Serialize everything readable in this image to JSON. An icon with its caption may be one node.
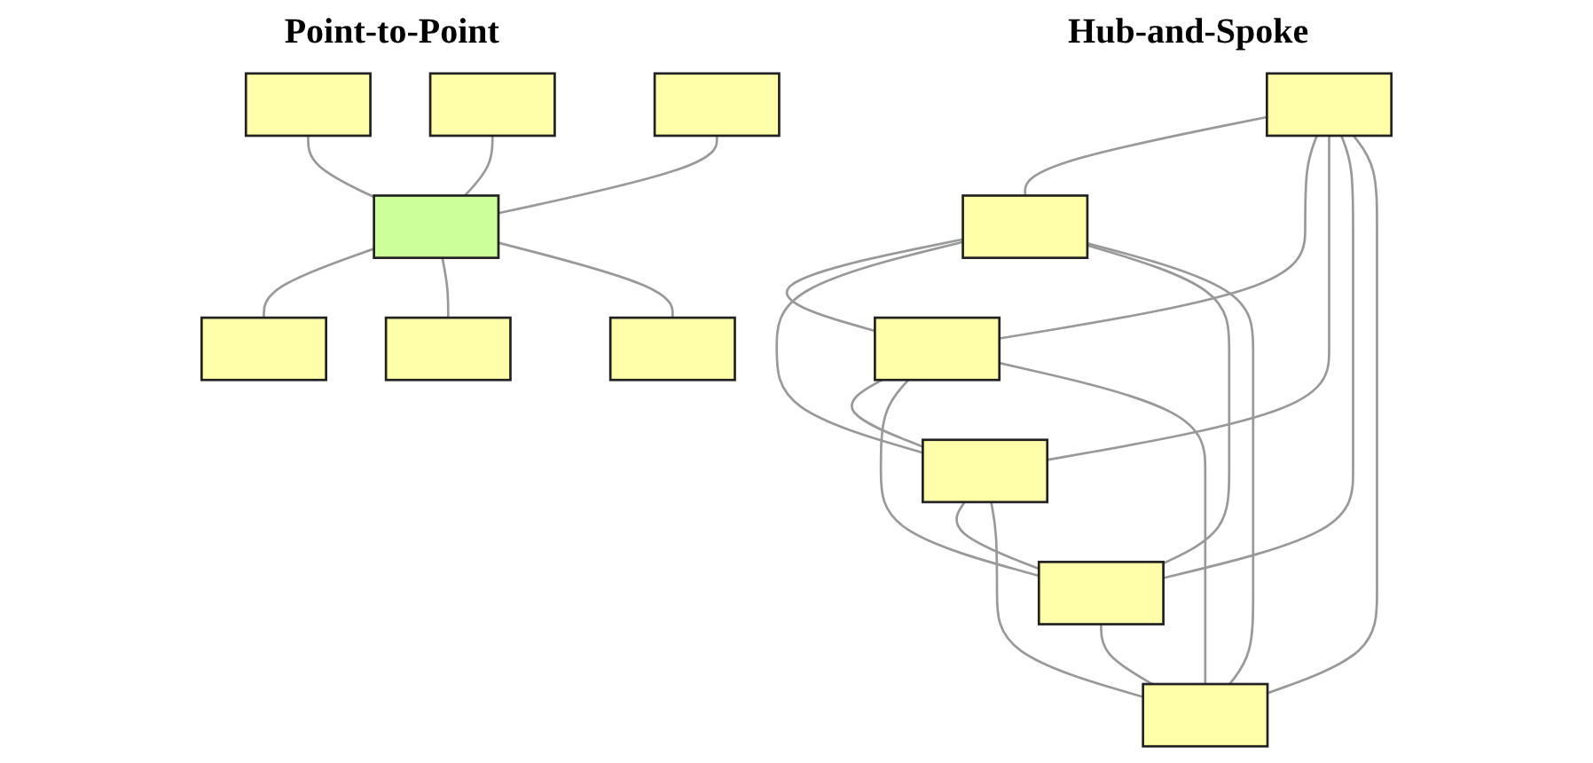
{
  "diagram": {
    "nodes": [
      {
        "text": [],
        "shape": "box"
      },
      {
        "text": [],
        "shape": "box"
      },
      {
        "text": [],
        "shape": "box"
      },
      {
        "text": [],
        "shape": "box"
      },
      {
        "text": [],
        "shape": "box"
      },
      {
        "text": [],
        "shape": "box"
      },
      {
        "text": [],
        "shape": "box"
      },
      {
        "text": [],
        "shape": "box"
      },
      {
        "text": [],
        "shape": "box"
      },
      {
        "text": [],
        "shape": "box"
      },
      {
        "text": [],
        "shape": "box"
      },
      {
        "text": [],
        "shape": "box"
      },
      {
        "text": [],
        "shape": "box"
      }
    ],
    "edges": [
      {
        "from": 0,
        "to": 1,
        "arrow": "none"
      },
      {
        "from": 0,
        "to": 2,
        "arrow": "none"
      },
      {
        "from": 0,
        "to": 3,
        "arrow": "none"
      },
      {
        "from": 0,
        "to": 4,
        "arrow": "none"
      },
      {
        "from": 0,
        "to": 5,
        "arrow": "none"
      },
      {
        "from": 1,
        "to": 2,
        "arrow": "none"
      },
      {
        "from": 1,
        "to": 3,
        "arrow": "none"
      },
      {
        "from": 1,
        "to": 4,
        "arrow": "none"
      },
      {
        "from": 1,
        "to": 5,
        "arrow": "none"
      },
      {
        "from": 2,
        "to": 3,
        "arrow": "none"
      },
      {
        "from": 2,
        "to": 4,
        "arrow": "none"
      },
      {
        "from": 2,
        "to": 5,
        "arrow": "none"
      },
      {
        "from": 3,
        "to": 4,
        "arrow": "none"
      },
      {
        "from": 3,
        "to": 5,
        "arrow": "none"
      },
      {
        "from": 4,
        "to": 5,
        "arrow": "none"
      },
      {
        "from": 6,
        "to": 9,
        "arrow": "none"
      },
      {
        "from": 7,
        "to": 9,
        "arrow": "none"
      },
      {
        "from": 8,
        "to": 9,
        "arrow": "none"
      },
      {
        "from": 9,
        "to": 10,
        "arrow": "none"
      },
      {
        "from": 9,
        "to": 11,
        "arrow": "none"
      },
      {
        "from": 9,
        "to": 12,
        "arrow": "none"
      }
    ],
    "labels": [
      "Point-to-Point",
      "Hub-and-Spoke"
    ]
  }
}
